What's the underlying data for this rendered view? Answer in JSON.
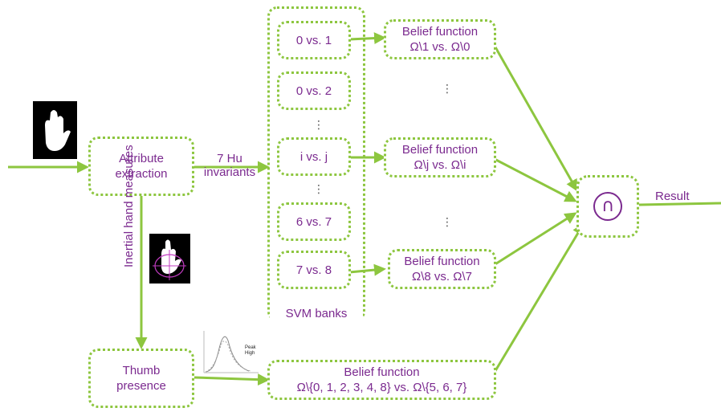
{
  "nodes": {
    "attribute": [
      "Attribute",
      "extraction"
    ],
    "thumb": [
      "Thumb",
      "presence"
    ],
    "svm_pairs": [
      "0 vs. 1",
      "0 vs. 2",
      "i vs. j",
      "6 vs. 7",
      "7 vs. 8"
    ],
    "svm_bank": "SVM banks",
    "belief_1": [
      "Belief function",
      "Ω\\1 vs. Ω\\0"
    ],
    "belief_ij": [
      "Belief function",
      "Ω\\j vs. Ω\\i"
    ],
    "belief_78": [
      "Belief function",
      "Ω\\8 vs. Ω\\7"
    ],
    "belief_thumb": [
      "Belief function",
      "Ω\\{0, 1, 2, 3, 4, 8} vs. Ω\\{5, 6, 7}"
    ],
    "fusion_symbol": "∩"
  },
  "edges": {
    "hu": [
      "7 Hu",
      "invariants"
    ],
    "inertial": "Inertial hand measures",
    "result": "Result"
  },
  "ellipsis_v": "⋮",
  "thumbnails": {
    "peak_label": [
      "Peak",
      "High"
    ]
  },
  "colors": {
    "line": "#8DC63F",
    "text": "#7B2A8F"
  }
}
